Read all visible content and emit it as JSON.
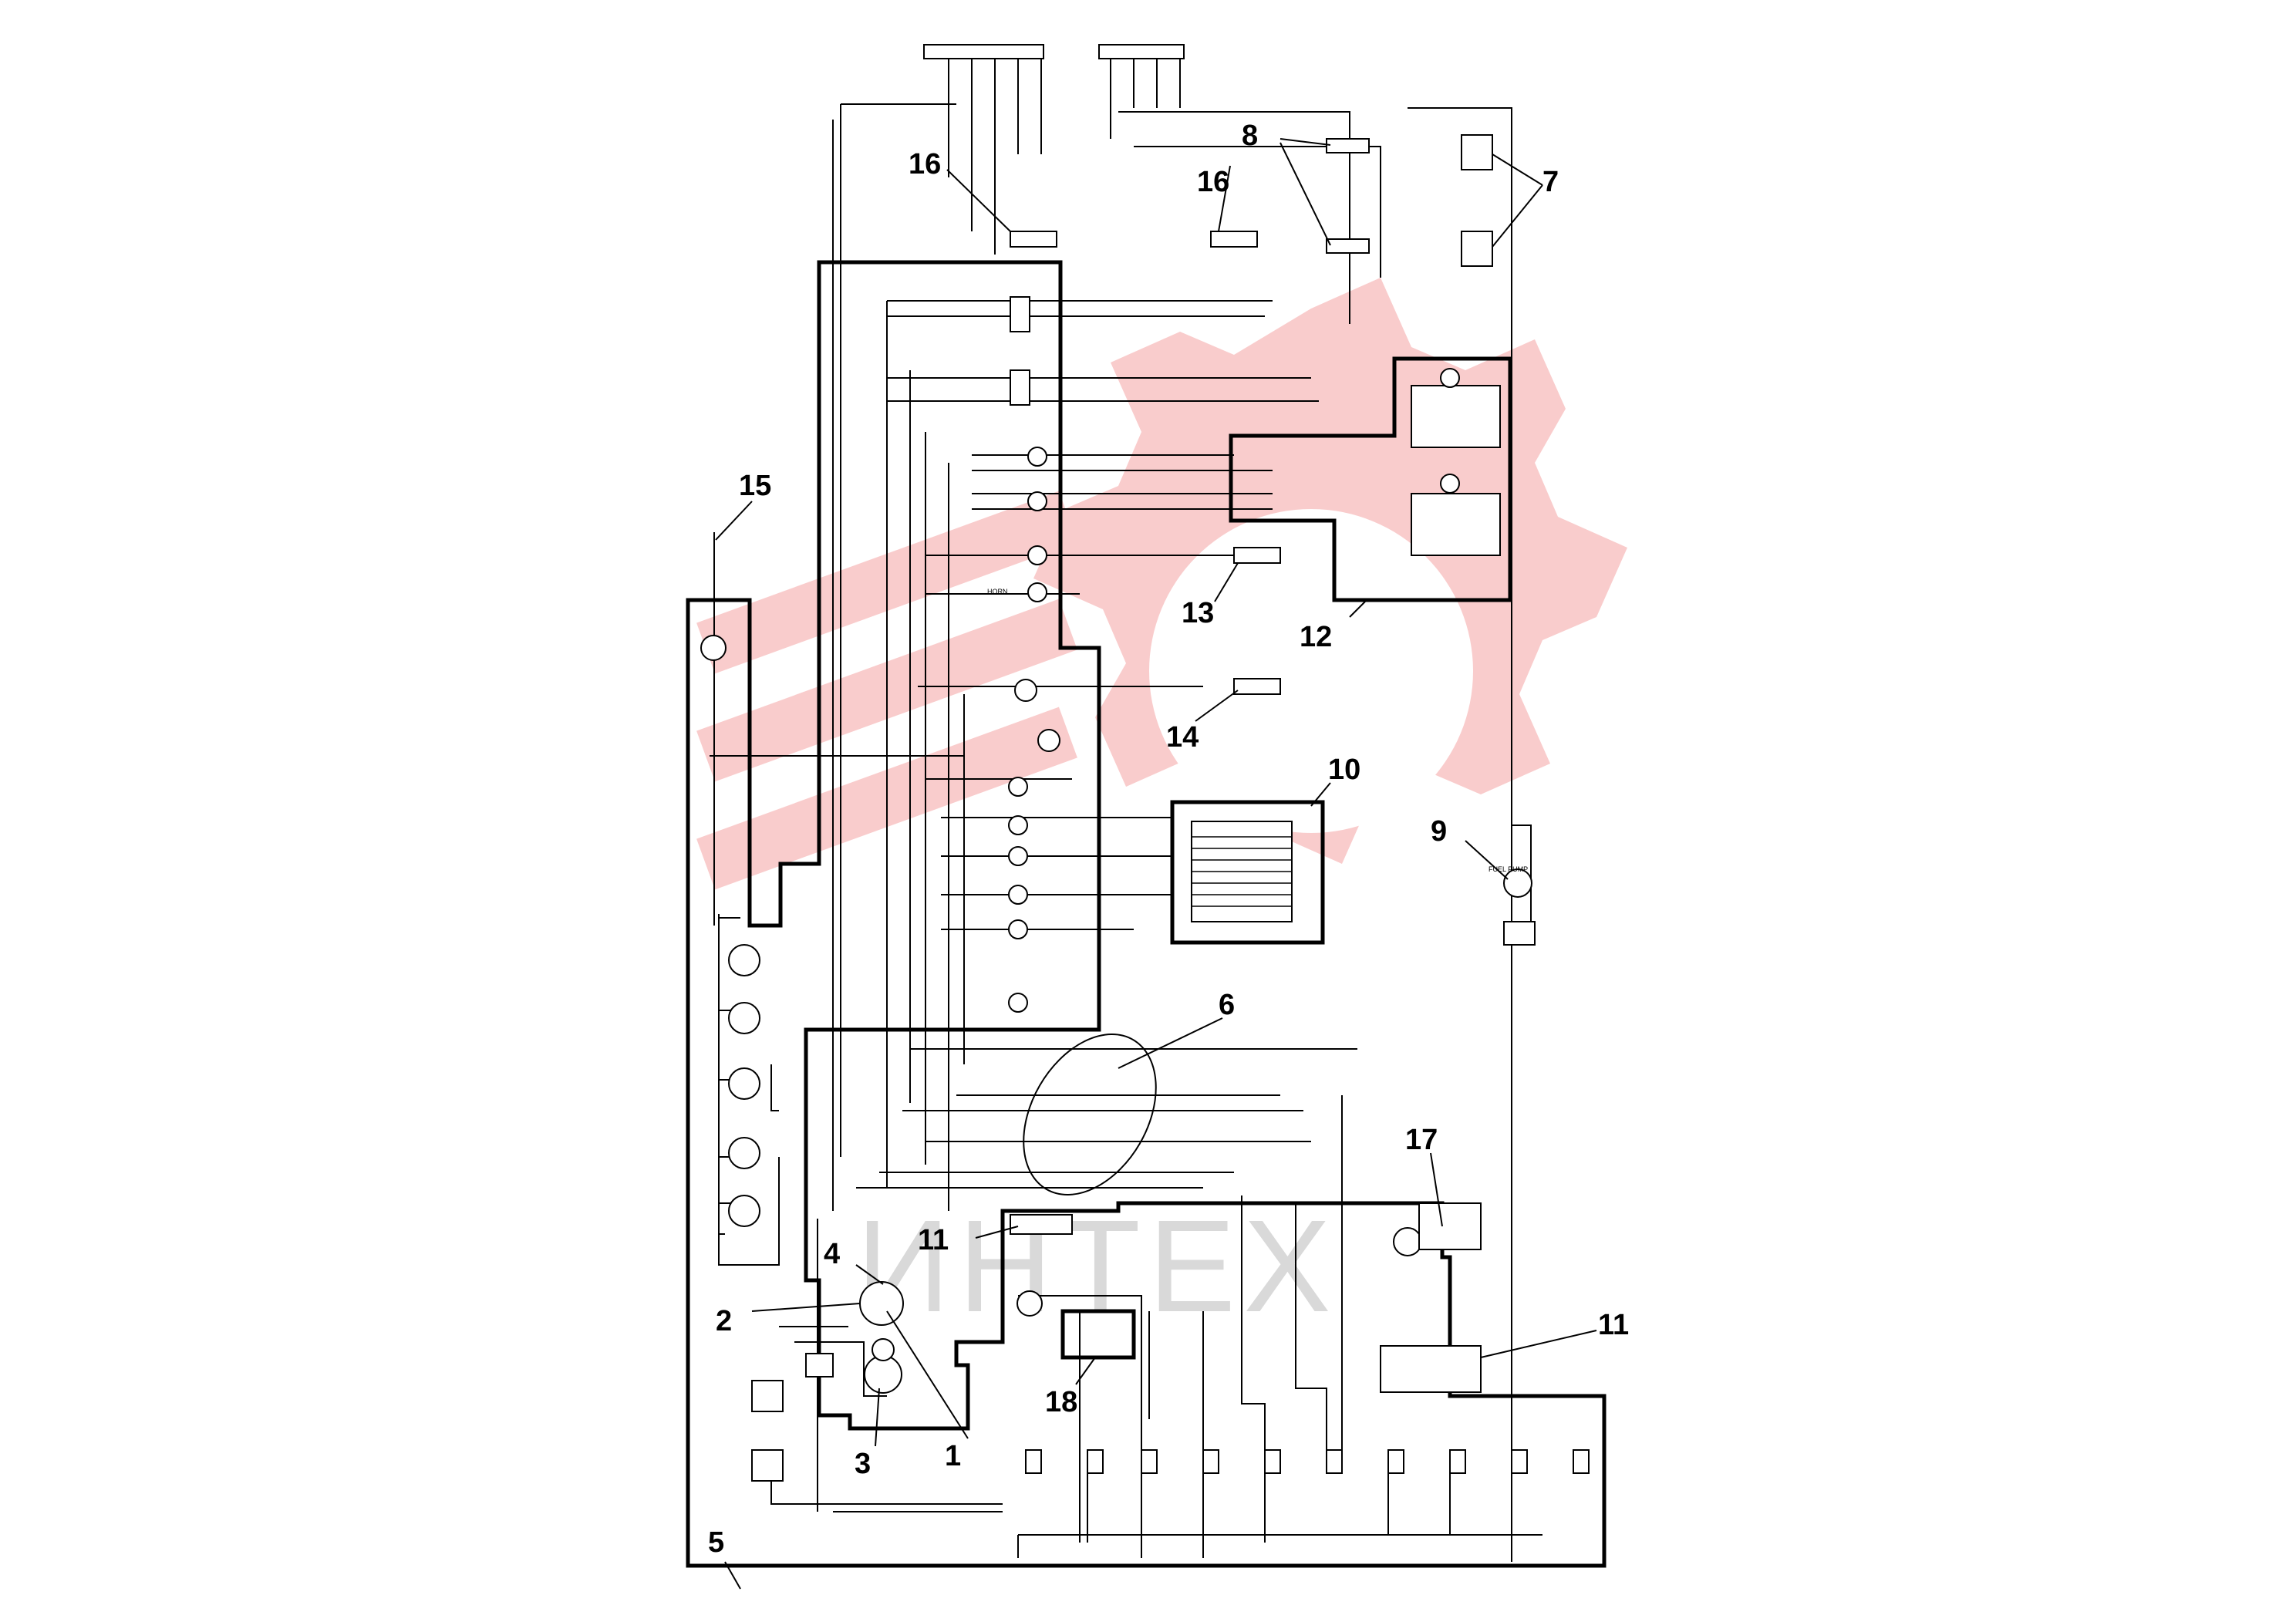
{
  "diagram": {
    "watermark_text": "ИНТЕХ",
    "watermark_color": "#f5a3a3",
    "line_color": "#000000",
    "callouts": [
      "1",
      "2",
      "3",
      "4",
      "5",
      "6",
      "7",
      "8",
      "9",
      "10",
      "11",
      "12",
      "13",
      "14",
      "15",
      "16",
      "17",
      "18"
    ],
    "component_labels": {
      "fuel_pump": "FUEL PUMP",
      "horn": "HORN"
    }
  }
}
